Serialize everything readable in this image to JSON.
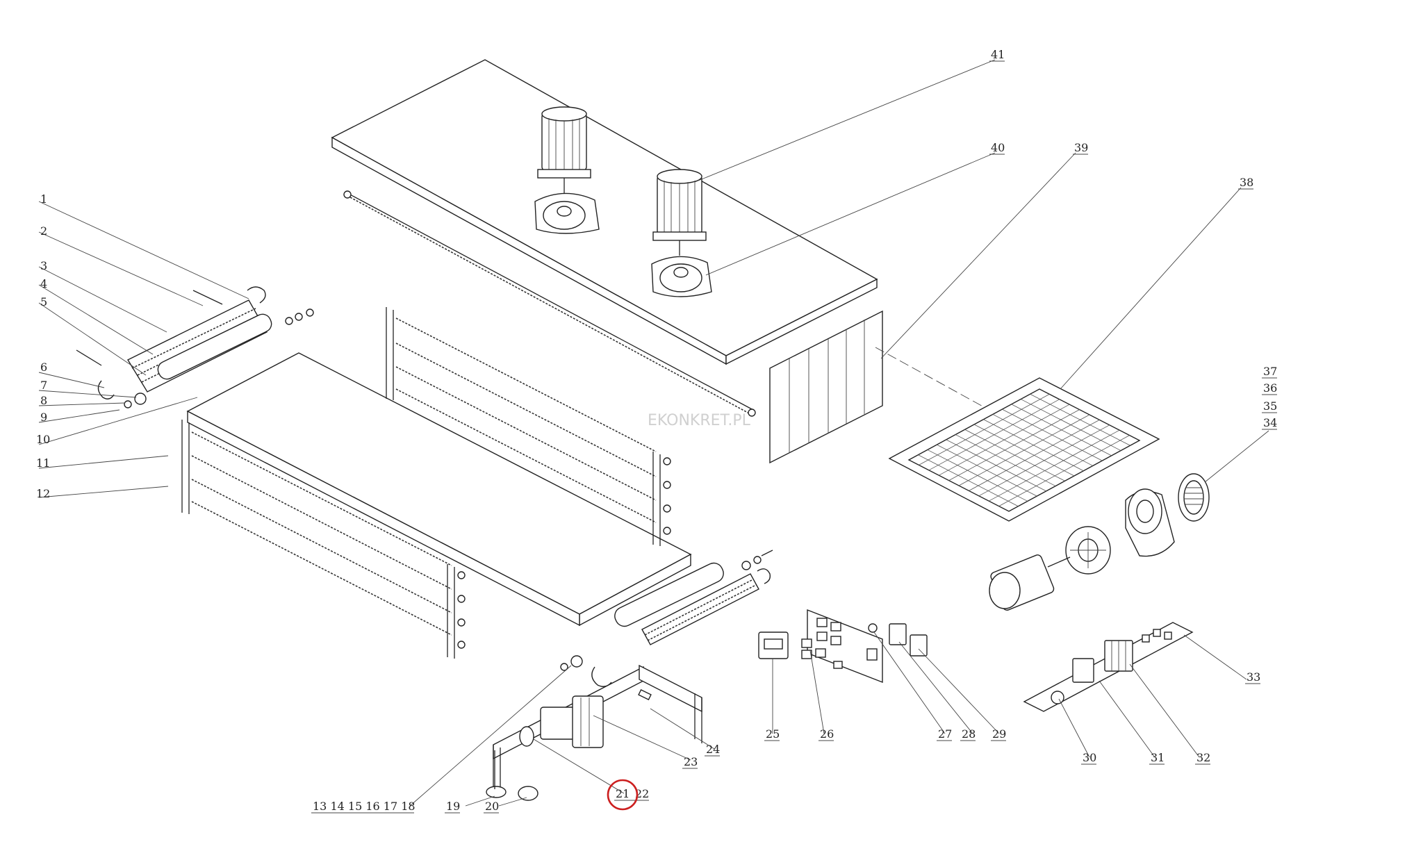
{
  "labels": {
    "l1": "1",
    "l2": "2",
    "l3": "3",
    "l4": "4",
    "l5": "5",
    "l6": "6",
    "l7": "7",
    "l8": "8",
    "l9": "9",
    "l10": "10",
    "l11": "11",
    "l12": "12",
    "l13_18": "13 14 15 16 17 18",
    "l19": "19",
    "l20": "20",
    "l21": "21",
    "l22": "22",
    "l23": "23",
    "l24": "24",
    "l25": "25",
    "l26": "26",
    "l27": "27",
    "l28": "28",
    "l29": "29",
    "l30": "30",
    "l31": "31",
    "l32": "32",
    "l33": "33",
    "l34": "34",
    "l35": "35",
    "l36": "36",
    "l37": "37",
    "l38": "38",
    "l39": "39",
    "l40": "40",
    "l41": "41"
  },
  "watermark": "EKONKRET.PL",
  "colors": {
    "line": "#222222",
    "highlight": "#cc1f1f",
    "watermark": "#d0d0d0"
  }
}
